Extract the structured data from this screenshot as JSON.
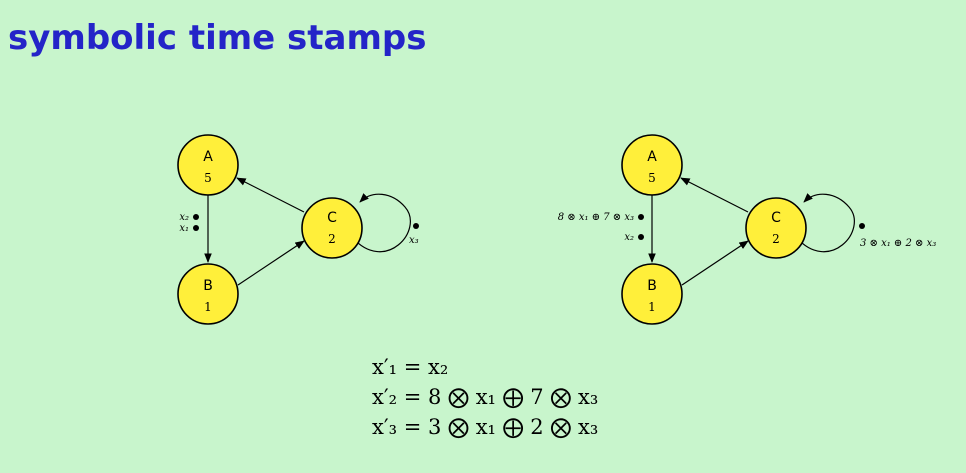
{
  "title": "symbolic time stamps",
  "diagram_left": {
    "nodes": [
      {
        "name": "A",
        "value": "5"
      },
      {
        "name": "B",
        "value": "1"
      },
      {
        "name": "C",
        "value": "2"
      }
    ],
    "tokens": [
      "x₂",
      "x₁",
      "x₃"
    ]
  },
  "diagram_right": {
    "nodes": [
      {
        "name": "A",
        "value": "5"
      },
      {
        "name": "B",
        "value": "1"
      },
      {
        "name": "C",
        "value": "2"
      }
    ],
    "tokens": [
      "8 ⊗ x₁ ⊕ 7 ⊗ x₃",
      "x₂",
      "3 ⊗ x₁ ⊕ 2 ⊗ x₃"
    ]
  },
  "equations": [
    "x′₁ = x₂",
    "x′₂ = 8 ⨂ x₁ ⨁ 7 ⨂ x₃",
    "x′₃ = 3 ⨂ x₁ ⨁ 2 ⨂ x₃"
  ],
  "colors": {
    "background": "#c8f5cc",
    "title": "#2424c8",
    "node_fill": "#ffef3a"
  }
}
